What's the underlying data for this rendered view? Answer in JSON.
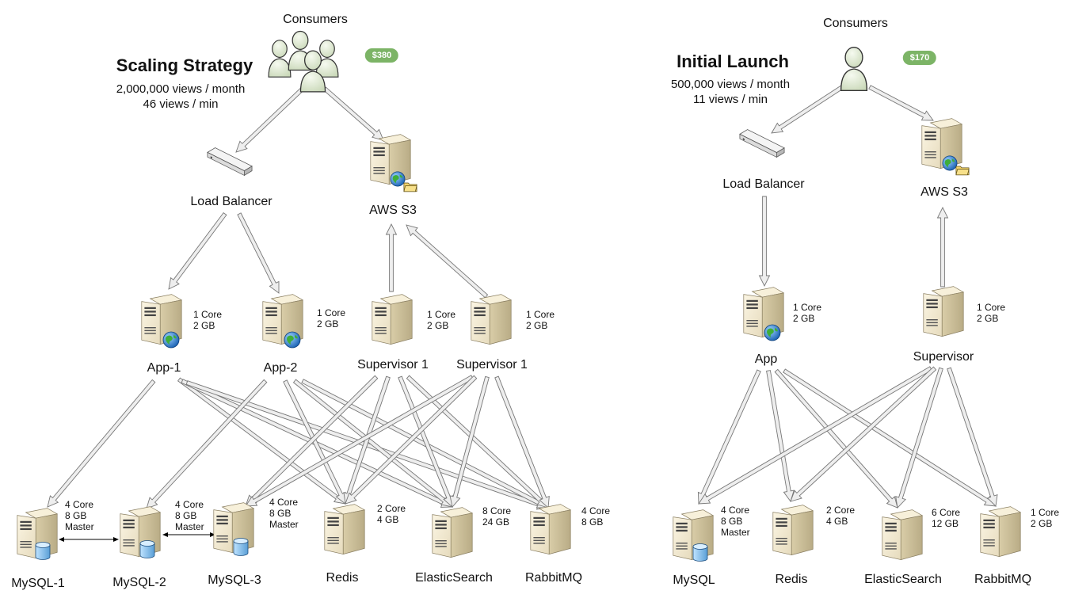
{
  "left": {
    "title": "Scaling Strategy",
    "views_month": "2,000,000 views / month",
    "views_min": "46 views / min",
    "cost": "$380",
    "consumers_label": "Consumers",
    "load_balancer_label": "Load Balancer",
    "s3_label": "AWS S3",
    "servers": [
      {
        "label": "App-1",
        "spec": "1 Core\n2 GB"
      },
      {
        "label": "App-2",
        "spec": "1 Core\n2 GB"
      },
      {
        "label": "Supervisor 1",
        "spec": "1 Core\n2 GB"
      },
      {
        "label": "Supervisor 1",
        "spec": "1 Core\n2 GB"
      },
      {
        "label": "MySQL-1",
        "spec": "4 Core\n8 GB\nMaster"
      },
      {
        "label": "MySQL-2",
        "spec": "4 Core\n8 GB\nMaster"
      },
      {
        "label": "MySQL-3",
        "spec": "4 Core\n8 GB\nMaster"
      },
      {
        "label": "Redis",
        "spec": "2 Core\n4 GB"
      },
      {
        "label": "ElasticSearch",
        "spec": "8 Core\n24 GB"
      },
      {
        "label": "RabbitMQ",
        "spec": "4 Core\n8 GB"
      }
    ]
  },
  "right": {
    "title": "Initial Launch",
    "views_month": "500,000 views / month",
    "views_min": "11 views / min",
    "cost": "$170",
    "consumers_label": "Consumers",
    "load_balancer_label": "Load Balancer",
    "s3_label": "AWS S3",
    "servers": [
      {
        "label": "App",
        "spec": "1 Core\n2 GB"
      },
      {
        "label": "Supervisor",
        "spec": "1 Core\n2 GB"
      },
      {
        "label": "MySQL",
        "spec": "4 Core\n8 GB\nMaster"
      },
      {
        "label": "Redis",
        "spec": "2 Core\n4 GB"
      },
      {
        "label": "ElasticSearch",
        "spec": "6 Core\n12 GB"
      },
      {
        "label": "RabbitMQ",
        "spec": "1 Core\n2 GB"
      }
    ]
  },
  "colors": {
    "badge": "#7cb466",
    "server": "#efe6cc",
    "arrow_fill": "#eeeeee",
    "arrow_stroke": "#777777",
    "people": "#dfe8d4"
  },
  "icons": [
    "users-group-icon",
    "user-icon",
    "load-balancer-icon",
    "server-icon",
    "globe-icon",
    "folder-icon",
    "database-icon",
    "arrow-icon"
  ]
}
